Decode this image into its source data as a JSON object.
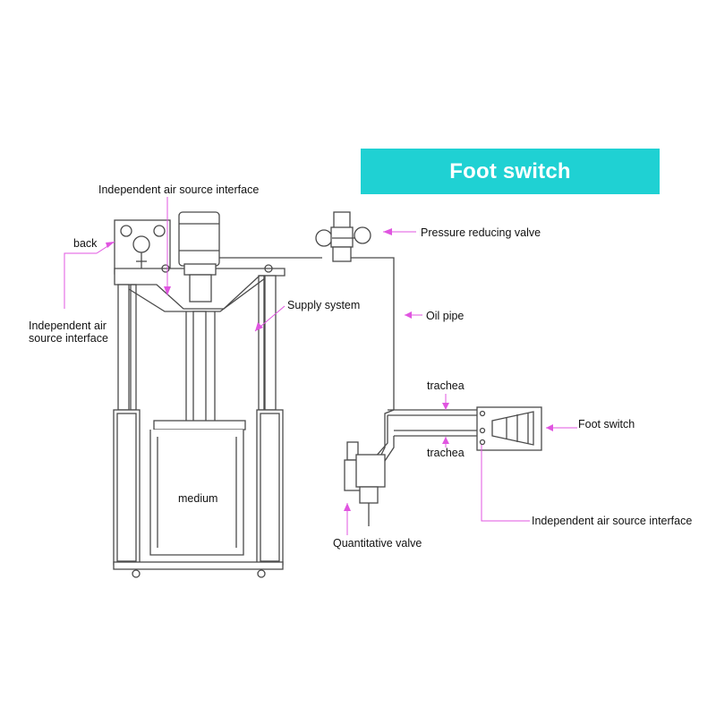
{
  "banner": {
    "title": "Foot switch"
  },
  "labels": {
    "independent_air_top": "Independent air source interface",
    "back": "back",
    "independent_air_left": "Independent air source interface",
    "supply_system": "Supply system",
    "pressure_reducing_valve": "Pressure reducing valve",
    "oil_pipe": "Oil pipe",
    "trachea_upper": "trachea",
    "trachea_lower": "trachea",
    "foot_switch": "Foot switch",
    "medium": "medium",
    "independent_air_bottom": "Independent air source interface",
    "quantitative_valve": "Quantitative valve"
  },
  "colors": {
    "banner": "#1fd1d3",
    "leader": "#e055e0",
    "line": "#4a4a4a"
  }
}
